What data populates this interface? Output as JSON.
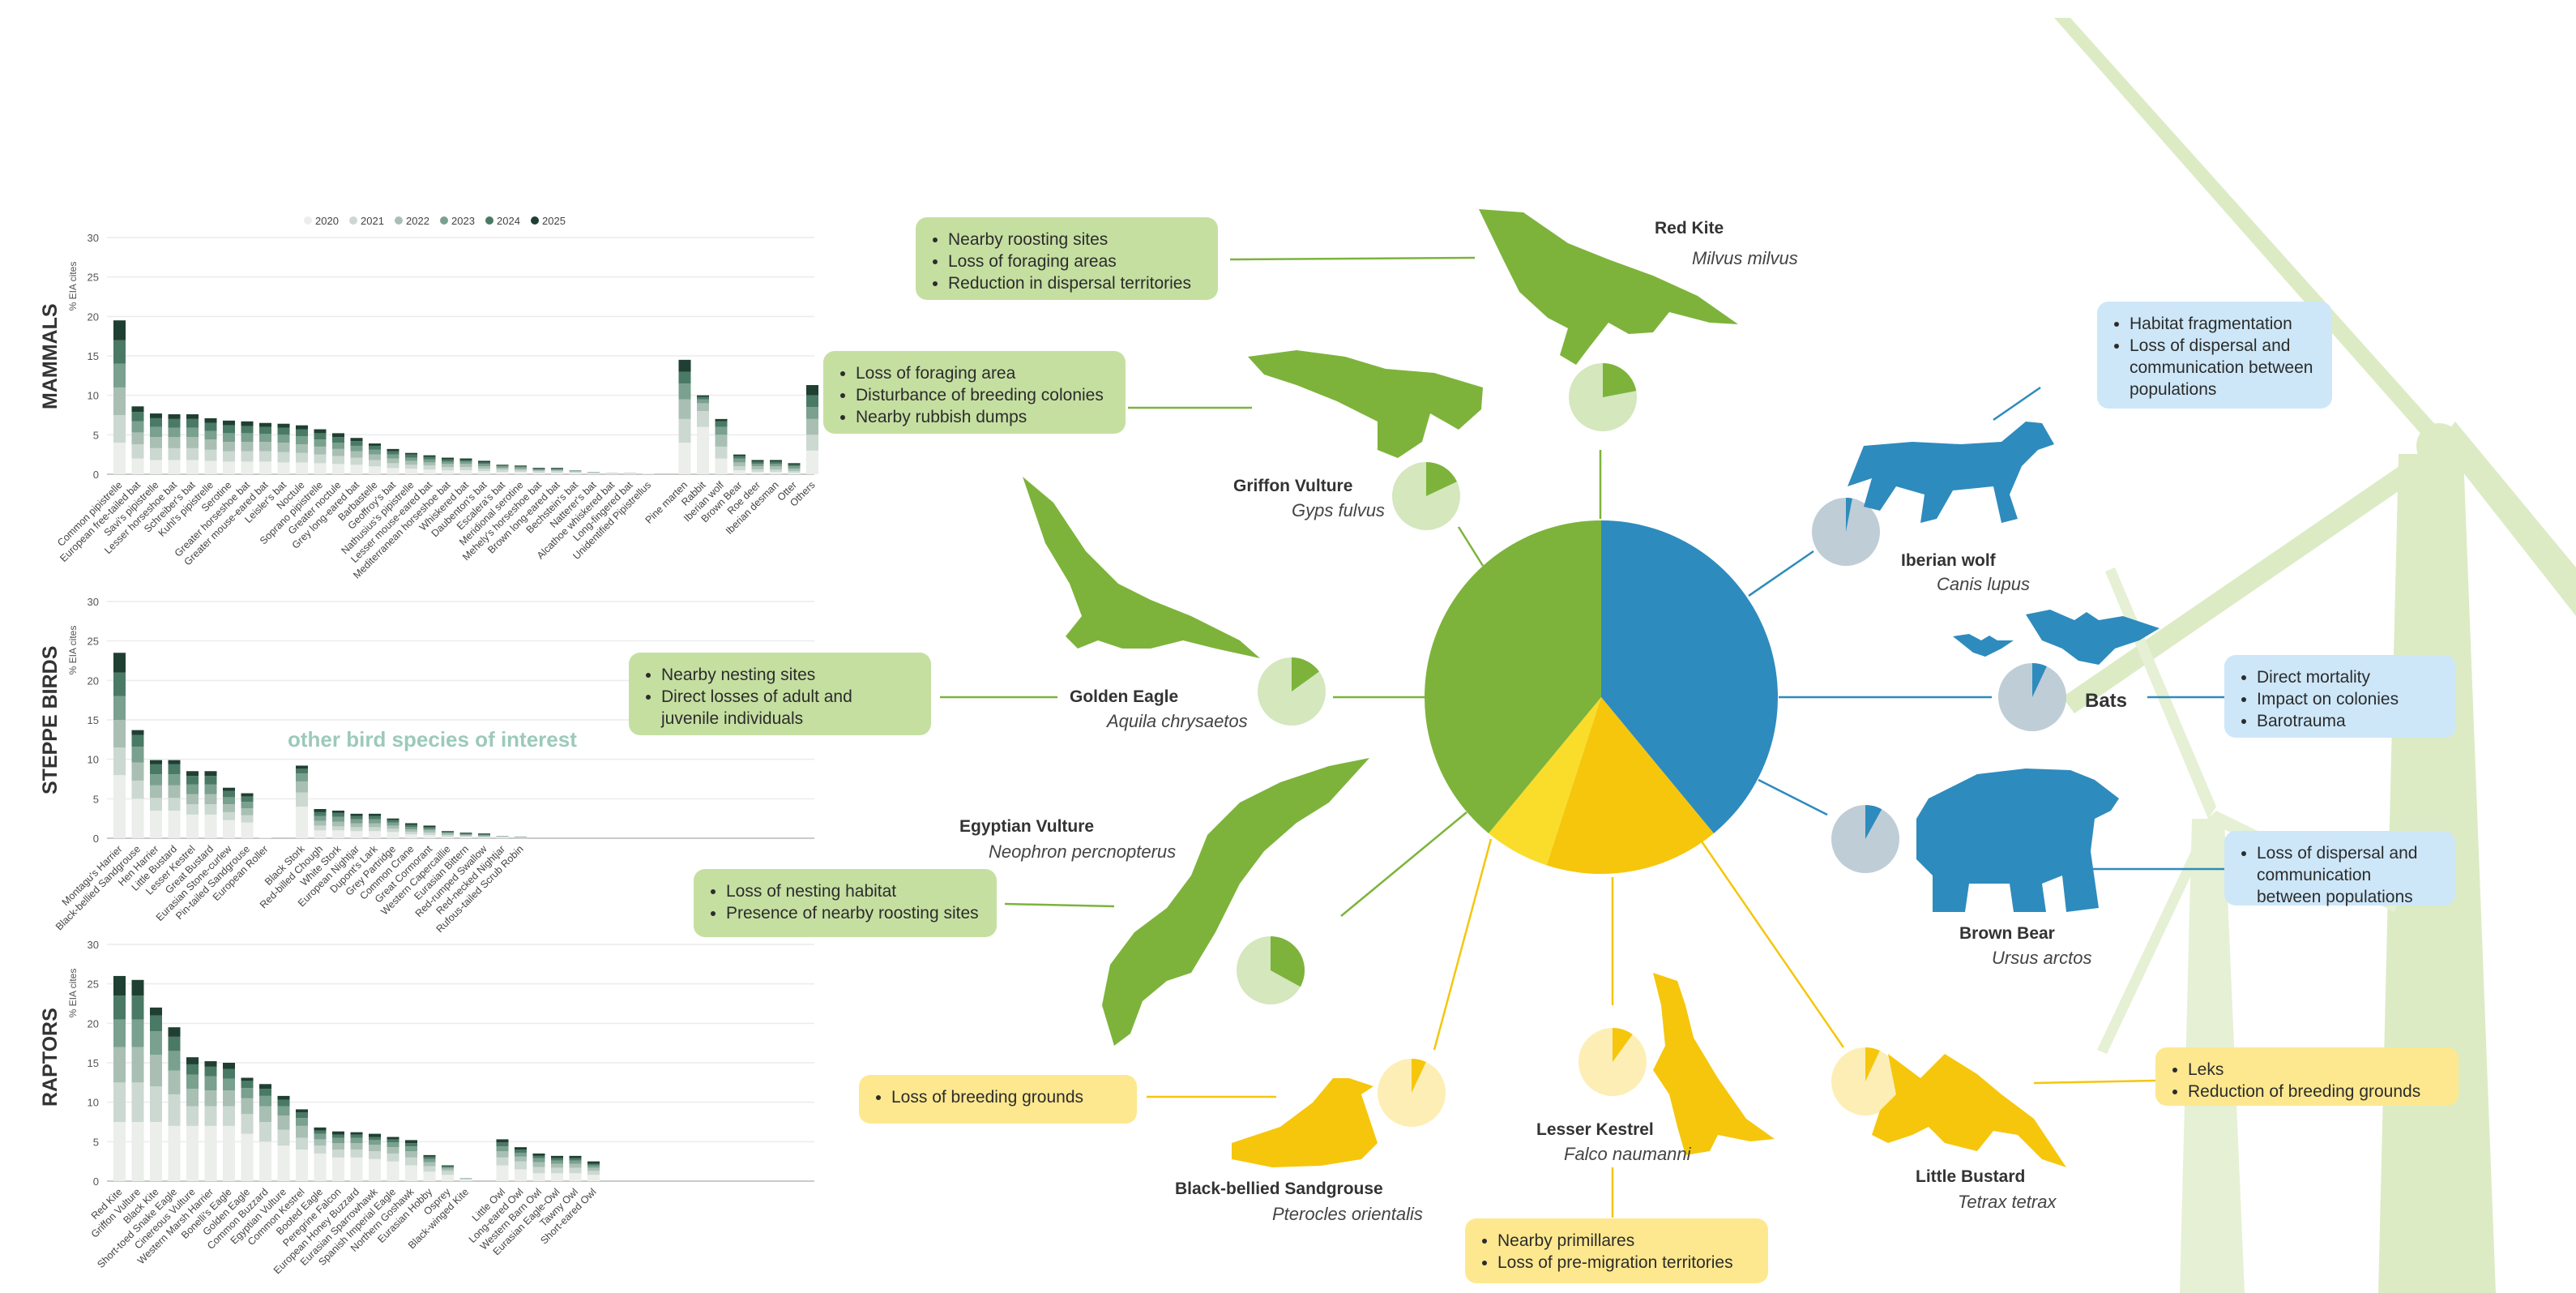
{
  "colors": {
    "green": "#7db33b",
    "green_light": "#d4e7bd",
    "blue": "#2e8bbd",
    "blue_light": "#bfcdd6",
    "yellow": "#f5c60c",
    "yellow_light": "#fdeeb5",
    "turbine": "#d9e9be",
    "year_2020": "#ebeeea",
    "year_2021": "#ccd8d2",
    "year_2022": "#a9bfb4",
    "year_2023": "#7aa08f",
    "year_2024": "#4a7a66",
    "year_2025": "#1f3f32"
  },
  "legend": [
    "2020",
    "2021",
    "2022",
    "2023",
    "2024",
    "2025"
  ],
  "group_labels": {
    "mammals": "MAMMALS",
    "steppe": "STEPPE BIRDS",
    "raptors": "RAPTORS"
  },
  "other_bird_label": "other bird species of interest",
  "chart_data": [
    {
      "type": "bar",
      "stacked": true,
      "group": "MAMMALS",
      "ylabel": "% EIA cites",
      "ylim": [
        0,
        30
      ],
      "yticks": [
        0,
        5,
        10,
        15,
        20,
        25,
        30
      ],
      "grid": true,
      "legend_position": "top",
      "categories": [
        "Common pipistrelle",
        "European free-tailed bat",
        "Savi's pipistrelle",
        "Lesser horseshoe bat",
        "Schreiber's bat",
        "Kuhl's pipistrelle",
        "Serotine",
        "Greater horseshoe bat",
        "Greater mouse-eared bat",
        "Leisler's bat",
        "Noctule",
        "Soprano pipistrelle",
        "Greater noctule",
        "Grey long-eared bat",
        "Barbastelle",
        "Geoffroy's bat",
        "Nathusius's pipistrelle",
        "Lesser mouse-eared bat",
        "Mediterranean horseshoe bat",
        "Whiskered bat",
        "Daubenton's bat",
        "Escalera's bat",
        "Meridional serotine",
        "Mehely's horseshoe bat",
        "Brown long-eared bat",
        "Bechstein's bat",
        "Natterer's bat",
        "Alcathoe whiskered bat",
        "Long-fingered bat",
        "Unidentified Pipistrellus",
        "",
        "Pine marten",
        "Rabbit",
        "Iberian wolf",
        "Brown Bear",
        "Roe deer",
        "Iberian desman",
        "Otter",
        "Others"
      ],
      "series": [
        {
          "name": "2020",
          "values": [
            4.0,
            2.0,
            1.8,
            1.8,
            1.8,
            1.7,
            1.6,
            1.6,
            1.6,
            1.5,
            1.5,
            1.4,
            1.3,
            1.2,
            1.0,
            0.8,
            0.7,
            0.6,
            0.5,
            0.5,
            0.4,
            0.3,
            0.3,
            0.2,
            0.2,
            0.2,
            0.1,
            0.1,
            0.1,
            0.1,
            0,
            4.0,
            6.0,
            2.0,
            0.5,
            0.3,
            0.3,
            0.2,
            3.0
          ]
        },
        {
          "name": "2021",
          "values": [
            3.5,
            1.8,
            1.5,
            1.5,
            1.5,
            1.4,
            1.3,
            1.3,
            1.3,
            1.3,
            1.2,
            1.1,
            1.0,
            0.9,
            0.8,
            0.6,
            0.5,
            0.5,
            0.4,
            0.4,
            0.3,
            0.3,
            0.2,
            0.2,
            0.2,
            0.1,
            0.1,
            0.1,
            0.1,
            0.0,
            0,
            3.0,
            2.0,
            1.5,
            0.5,
            0.3,
            0.3,
            0.2,
            2.0
          ]
        },
        {
          "name": "2022",
          "values": [
            3.5,
            1.5,
            1.4,
            1.4,
            1.4,
            1.3,
            1.2,
            1.2,
            1.2,
            1.2,
            1.1,
            1.0,
            0.9,
            0.8,
            0.7,
            0.6,
            0.5,
            0.4,
            0.4,
            0.4,
            0.3,
            0.2,
            0.2,
            0.1,
            0.1,
            0.1,
            0.1,
            0.0,
            0.0,
            0.0,
            0,
            2.5,
            1.0,
            1.5,
            0.5,
            0.4,
            0.4,
            0.3,
            2.0
          ]
        },
        {
          "name": "2023",
          "values": [
            3.0,
            1.4,
            1.3,
            1.2,
            1.2,
            1.1,
            1.1,
            1.1,
            1.0,
            1.0,
            1.0,
            0.9,
            0.8,
            0.7,
            0.6,
            0.5,
            0.4,
            0.4,
            0.3,
            0.3,
            0.3,
            0.2,
            0.2,
            0.1,
            0.1,
            0.1,
            0.0,
            0.0,
            0.0,
            0.0,
            0,
            2.0,
            0.5,
            1.0,
            0.5,
            0.3,
            0.3,
            0.3,
            1.5
          ]
        },
        {
          "name": "2024",
          "values": [
            3.0,
            1.2,
            1.1,
            1.1,
            1.1,
            1.0,
            1.0,
            0.9,
            0.9,
            0.9,
            0.9,
            0.8,
            0.7,
            0.6,
            0.5,
            0.4,
            0.4,
            0.3,
            0.3,
            0.2,
            0.2,
            0.1,
            0.1,
            0.1,
            0.1,
            0.0,
            0.0,
            0.0,
            0.0,
            0.0,
            0,
            1.5,
            0.3,
            0.7,
            0.3,
            0.3,
            0.3,
            0.2,
            1.5
          ]
        },
        {
          "name": "2025",
          "values": [
            2.5,
            0.7,
            0.6,
            0.6,
            0.6,
            0.6,
            0.6,
            0.6,
            0.5,
            0.5,
            0.5,
            0.5,
            0.5,
            0.4,
            0.3,
            0.3,
            0.2,
            0.2,
            0.2,
            0.2,
            0.2,
            0.1,
            0.1,
            0.1,
            0.1,
            0.0,
            0.0,
            0.0,
            0.0,
            0.0,
            0,
            1.5,
            0.2,
            0.3,
            0.2,
            0.2,
            0.2,
            0.2,
            1.3
          ]
        }
      ]
    },
    {
      "type": "bar",
      "stacked": true,
      "group": "STEPPE BIRDS",
      "ylabel": "% EIA cites",
      "ylim": [
        0,
        30
      ],
      "yticks": [
        0,
        5,
        10,
        15,
        20,
        25,
        30
      ],
      "grid": true,
      "categories": [
        "Montagu's Harrier",
        "Black-bellied Sandgrouse",
        "Hen Harrier",
        "Little Bustard",
        "Lesser Kestrel",
        "Great Bustard",
        "Eurasian Stone-curlew",
        "Pin-tailed Sandgrouse",
        "European Roller",
        "",
        "Black Stork",
        "Red-billed Chough",
        "White Stork",
        "European Nightjar",
        "Dupont's Lark",
        "Grey Partridge",
        "Common Crane",
        "Great Cormorant",
        "Western Capercaillie",
        "Eurasian Bittern",
        "Red-rumped Swallow",
        "Red-necked Nightjar",
        "Rufous-tailed Scrub Robin"
      ],
      "series": [
        {
          "name": "2020",
          "values": [
            8.0,
            5.0,
            3.5,
            3.5,
            3.0,
            3.0,
            2.3,
            2.0,
            0.1,
            0,
            4.0,
            1.0,
            1.0,
            0.9,
            0.9,
            0.8,
            0.5,
            0.4,
            0.2,
            0.2,
            0.1,
            0.1,
            0.05
          ]
        },
        {
          "name": "2021",
          "values": [
            3.5,
            2.3,
            1.6,
            1.6,
            1.3,
            1.3,
            1.0,
            0.9,
            0.0,
            0,
            1.8,
            0.6,
            0.5,
            0.5,
            0.5,
            0.4,
            0.3,
            0.3,
            0.2,
            0.1,
            0.1,
            0.1,
            0.05
          ]
        },
        {
          "name": "2022",
          "values": [
            3.5,
            2.3,
            1.6,
            1.6,
            1.3,
            1.3,
            1.0,
            0.9,
            0.0,
            0,
            1.4,
            0.6,
            0.6,
            0.5,
            0.5,
            0.4,
            0.3,
            0.3,
            0.2,
            0.1,
            0.1,
            0.1,
            0.05
          ]
        },
        {
          "name": "2023",
          "values": [
            3.0,
            2.0,
            1.4,
            1.4,
            1.2,
            1.2,
            0.9,
            0.8,
            0.0,
            0,
            1.0,
            0.6,
            0.6,
            0.5,
            0.5,
            0.4,
            0.3,
            0.2,
            0.1,
            0.1,
            0.1,
            0.0,
            0.05
          ]
        },
        {
          "name": "2024",
          "values": [
            3.0,
            1.5,
            1.3,
            1.3,
            1.1,
            1.1,
            0.8,
            0.7,
            0.0,
            0,
            0.6,
            0.5,
            0.5,
            0.4,
            0.4,
            0.3,
            0.3,
            0.2,
            0.1,
            0.1,
            0.1,
            0.0,
            0.0
          ]
        },
        {
          "name": "2025",
          "values": [
            2.5,
            0.6,
            0.5,
            0.5,
            0.6,
            0.6,
            0.4,
            0.4,
            0.0,
            0,
            0.4,
            0.4,
            0.3,
            0.3,
            0.3,
            0.2,
            0.2,
            0.2,
            0.1,
            0.1,
            0.1,
            0.0,
            0.0
          ]
        }
      ]
    },
    {
      "type": "bar",
      "stacked": true,
      "group": "RAPTORS",
      "ylabel": "% EIA cites",
      "ylim": [
        0,
        30
      ],
      "yticks": [
        0,
        5,
        10,
        15,
        20,
        25,
        30
      ],
      "grid": true,
      "categories": [
        "Red Kite",
        "Griffon Vulture",
        "Black Kite",
        "Short-toed Snake Eagle",
        "Cinereous Vulture",
        "Western Marsh Harrier",
        "Bonelli's Eagle",
        "Golden Eagle",
        "Common Buzzard",
        "Egyptian Vulture",
        "Common Kestrel",
        "Booted Eagle",
        "Peregrine Falcon",
        "European Honey Buzzard",
        "Eurasian Sparrowhawk",
        "Spanish Imperial Eagle",
        "Northern Goshawk",
        "Eurasian Hobby",
        "Osprey",
        "Black-winged Kite",
        "",
        "Little Owl",
        "Long-eared Owl",
        "Western Barn Owl",
        "Eurasian Eagle-Owl",
        "Tawny Owl",
        "Short-eared Owl"
      ],
      "series": [
        {
          "name": "2020",
          "values": [
            7.5,
            7.5,
            7.5,
            7.0,
            7.0,
            7.0,
            7.0,
            6.0,
            5.0,
            4.5,
            4.0,
            3.5,
            3.0,
            3.0,
            2.8,
            2.5,
            2.0,
            1.2,
            0.8,
            0.2,
            0,
            2.0,
            1.5,
            1.0,
            1.0,
            1.0,
            0.8
          ]
        },
        {
          "name": "2021",
          "values": [
            5.0,
            5.0,
            4.5,
            4.0,
            2.5,
            2.5,
            2.5,
            2.5,
            2.5,
            2.0,
            1.5,
            1.0,
            1.0,
            1.0,
            1.0,
            1.0,
            1.0,
            0.7,
            0.5,
            0.1,
            0,
            1.0,
            1.0,
            0.8,
            0.7,
            0.7,
            0.5
          ]
        },
        {
          "name": "2022",
          "values": [
            4.5,
            4.5,
            4.0,
            3.0,
            2.2,
            2.0,
            2.0,
            2.0,
            2.0,
            1.8,
            1.5,
            0.8,
            0.8,
            0.8,
            0.8,
            0.8,
            0.8,
            0.5,
            0.3,
            0.1,
            0,
            0.8,
            0.6,
            0.6,
            0.5,
            0.5,
            0.4
          ]
        },
        {
          "name": "2023",
          "values": [
            3.5,
            3.5,
            3.0,
            2.5,
            1.8,
            1.8,
            1.5,
            1.3,
            1.3,
            1.2,
            1.0,
            0.7,
            0.7,
            0.7,
            0.6,
            0.6,
            0.6,
            0.4,
            0.2,
            0.0,
            0,
            0.6,
            0.5,
            0.5,
            0.4,
            0.4,
            0.3
          ]
        },
        {
          "name": "2024",
          "values": [
            3.0,
            3.0,
            2.0,
            1.8,
            1.3,
            1.2,
            1.2,
            0.9,
            0.9,
            0.8,
            0.7,
            0.4,
            0.4,
            0.4,
            0.4,
            0.4,
            0.4,
            0.3,
            0.1,
            0.0,
            0,
            0.5,
            0.4,
            0.3,
            0.3,
            0.3,
            0.2
          ]
        },
        {
          "name": "2025",
          "values": [
            2.5,
            2.0,
            1.0,
            1.2,
            0.9,
            0.7,
            0.8,
            0.4,
            0.6,
            0.5,
            0.4,
            0.4,
            0.4,
            0.3,
            0.4,
            0.3,
            0.4,
            0.2,
            0.1,
            0.0,
            0,
            0.4,
            0.3,
            0.3,
            0.3,
            0.3,
            0.3
          ]
        }
      ]
    },
    {
      "type": "pie",
      "title": "",
      "slices": [
        {
          "group": "mammals",
          "color": "#2e8bbd",
          "value": 39
        },
        {
          "group": "steppe birds",
          "color": "#f5c60c",
          "value": 16
        },
        {
          "group": "steppe birds (other)",
          "color": "#f9dd2a",
          "value": 6
        },
        {
          "group": "raptors",
          "color": "#7db33b",
          "value": 39
        }
      ]
    },
    {
      "type": "pie",
      "species_pies": [
        {
          "species": "Red Kite",
          "share": 0.22,
          "group": "raptors"
        },
        {
          "species": "Griffon Vulture",
          "share": 0.18,
          "group": "raptors"
        },
        {
          "species": "Golden Eagle",
          "share": 0.15,
          "group": "raptors"
        },
        {
          "species": "Egyptian Vulture",
          "share": 0.33,
          "group": "raptors"
        },
        {
          "species": "Black-bellied Sandgrouse",
          "share": 0.07,
          "group": "steppe"
        },
        {
          "species": "Lesser Kestrel",
          "share": 0.1,
          "group": "steppe"
        },
        {
          "species": "Little Bustard",
          "share": 0.07,
          "group": "steppe"
        },
        {
          "species": "Iberian wolf",
          "share": 0.03,
          "group": "mammals"
        },
        {
          "species": "Bats",
          "share": 0.07,
          "group": "mammals"
        },
        {
          "species": "Brown Bear",
          "share": 0.08,
          "group": "mammals"
        }
      ]
    }
  ],
  "species": {
    "red_kite": {
      "name": "Red Kite",
      "sci": "Milvus milvus",
      "threats": [
        "Nearby roosting sites",
        "Loss of foraging areas",
        "Reduction in dispersal territories"
      ]
    },
    "griffon_vulture": {
      "name": "Griffon Vulture",
      "sci": "Gyps fulvus",
      "threats": [
        "Loss of foraging area",
        "Disturbance of breeding colonies",
        "Nearby rubbish dumps"
      ]
    },
    "golden_eagle": {
      "name": "Golden Eagle",
      "sci": "Aquila chrysaetos",
      "threats": [
        "Nearby nesting sites",
        "Direct losses of adult and juvenile individuals"
      ]
    },
    "egyptian_vulture": {
      "name": "Egyptian Vulture",
      "sci": "Neophron percnopterus",
      "threats": [
        "Loss of nesting habitat",
        "Presence of nearby roosting sites"
      ]
    },
    "sandgrouse": {
      "name": "Black-bellied Sandgrouse",
      "sci": "Pterocles orientalis",
      "threats": [
        "Loss of breeding grounds"
      ]
    },
    "lesser_kestrel": {
      "name": "Lesser Kestrel",
      "sci": "Falco naumanni",
      "threats": [
        "Nearby primillares",
        "Loss of pre-migration territories"
      ]
    },
    "little_bustard": {
      "name": "Little Bustard",
      "sci": "Tetrax tetrax",
      "threats": [
        "Leks",
        "Reduction of breeding grounds"
      ]
    },
    "wolf": {
      "name": "Iberian wolf",
      "sci": "Canis lupus",
      "threats": [
        "Habitat fragmentation",
        "Loss of dispersal and communication between populations"
      ]
    },
    "bats": {
      "name": "Bats",
      "threats": [
        "Direct mortality",
        "Impact on colonies",
        "Barotrauma"
      ]
    },
    "brown_bear": {
      "name": "Brown Bear",
      "sci": "Ursus arctos",
      "threats": [
        "Loss of dispersal and communication between populations"
      ]
    }
  }
}
